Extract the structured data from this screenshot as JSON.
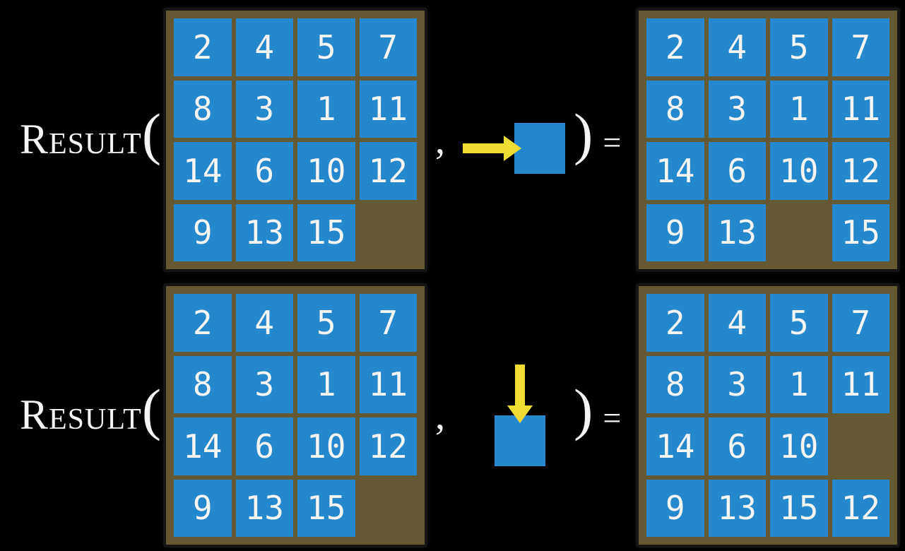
{
  "function": {
    "name": "Result",
    "open_paren": "(",
    "close_paren": ")",
    "comma": ",",
    "equals": "="
  },
  "colors": {
    "background": "#000000",
    "board_frame": "#655934",
    "tile_blue": "#2587cc",
    "arrow_yellow": "#f0dd33",
    "text_white": "#f5f5f5"
  },
  "examples": [
    {
      "action": {
        "icon": "right-arrow-icon",
        "direction": "right"
      },
      "before_state": {
        "grid": [
          [
            "2",
            "4",
            "5",
            "7"
          ],
          [
            "8",
            "3",
            "1",
            "11"
          ],
          [
            "14",
            "6",
            "10",
            "12"
          ],
          [
            "9",
            "13",
            "15",
            ""
          ]
        ]
      },
      "after_state": {
        "grid": [
          [
            "2",
            "4",
            "5",
            "7"
          ],
          [
            "8",
            "3",
            "1",
            "11"
          ],
          [
            "14",
            "6",
            "10",
            "12"
          ],
          [
            "9",
            "13",
            "",
            "15"
          ]
        ]
      }
    },
    {
      "action": {
        "icon": "down-arrow-icon",
        "direction": "down"
      },
      "before_state": {
        "grid": [
          [
            "2",
            "4",
            "5",
            "7"
          ],
          [
            "8",
            "3",
            "1",
            "11"
          ],
          [
            "14",
            "6",
            "10",
            "12"
          ],
          [
            "9",
            "13",
            "15",
            ""
          ]
        ]
      },
      "after_state": {
        "grid": [
          [
            "2",
            "4",
            "5",
            "7"
          ],
          [
            "8",
            "3",
            "1",
            "11"
          ],
          [
            "14",
            "6",
            "10",
            ""
          ],
          [
            "9",
            "13",
            "15",
            "12"
          ]
        ]
      }
    }
  ]
}
